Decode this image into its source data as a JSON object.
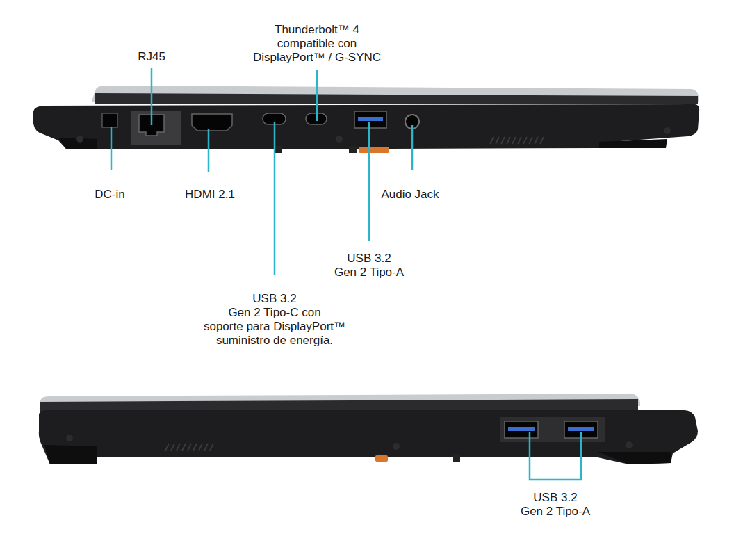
{
  "diagram": {
    "labels": [
      "Thunderbolt™ 4 compatible con DisplayPort™ / G-SYNC",
      "RJ45",
      "DC-in",
      "HDMI 2.1",
      "Audio Jack",
      "USB 3.2 Gen 2 Tipo-A",
      "USB 3.2 Gen 2 Tipo-C con soporte para DisplayPort™ suministro de energía.",
      "USB 3.2 Gen 2 Tipo-A"
    ]
  }
}
